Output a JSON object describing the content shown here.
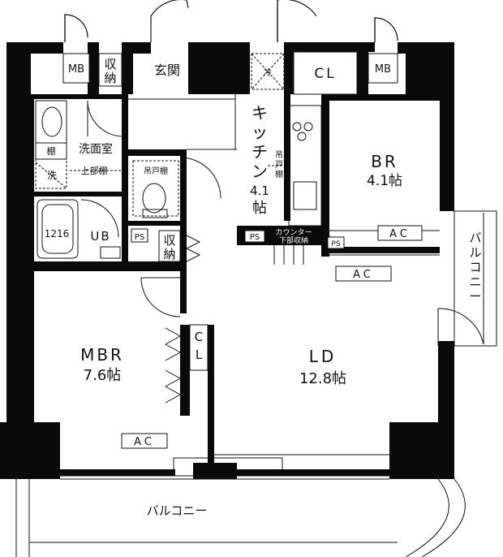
{
  "rooms": {
    "genkan": "玄関",
    "mb_left": "MB",
    "mb_right": "MB",
    "shuno_top_1": "収",
    "shuno_top_2": "納",
    "cl_top": "CL",
    "kitchen_1": "キ",
    "kitchen_2": "ッ",
    "kitchen_3": "チ",
    "kitchen_4": "ン",
    "kitchen_size_1": "4.1",
    "kitchen_size_2": "帖",
    "reizoko": "冷",
    "tsuritodana_k_1": "吊",
    "tsuritodana_k_2": "戸",
    "tsuritodana_k_3": "棚",
    "senmenshitsu": "洗面室",
    "tana": "棚",
    "sen": "洗",
    "jobudana": "上部棚",
    "tsuritodana_wc": "吊戸棚",
    "ub_size": "1216",
    "ub": "UB",
    "ps_left": "PS",
    "ps_kitchen": "PS",
    "ps_br": "PS",
    "shuno_mid_1": "収",
    "shuno_mid_2": "納",
    "counter_1": "カウンター",
    "counter_2": "下部収納",
    "br_name": "BR",
    "br_size": "4.1帖",
    "ac_br": "AC",
    "ac_ld": "AC",
    "ac_mbr": "AC",
    "balcony_side_1": "バ",
    "balcony_side_2": "ル",
    "balcony_side_3": "コ",
    "balcony_side_4": "ニ",
    "balcony_side_5": "ー",
    "mbr_name": "MBR",
    "mbr_size": "7.6帖",
    "cl_mbr_1": "C",
    "cl_mbr_2": "L",
    "ld_name": "LD",
    "ld_size": "12.8帖",
    "balcony_bottom": "バルコニー"
  }
}
